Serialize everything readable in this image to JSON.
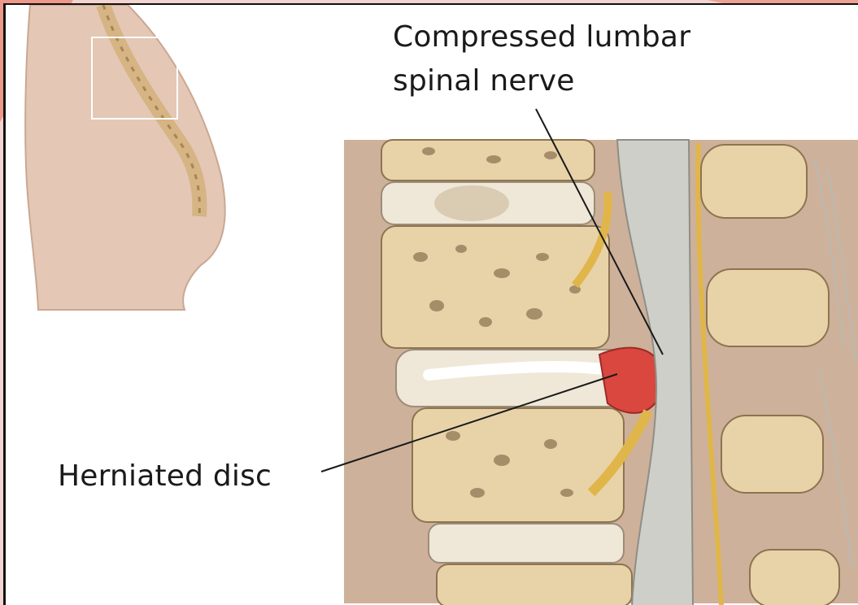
{
  "labels": {
    "nerve_line1": "Compressed lumbar",
    "nerve_line2": "spinal nerve",
    "disc": "Herniated disc"
  },
  "colors": {
    "frame_bg": "#f4d4cf",
    "skin": "#e4c7b5",
    "bone": "#e8d2a8",
    "disc_red": "#d9473f",
    "nerve_yellow": "#e0b64a",
    "cord": "#cfcfc9"
  }
}
